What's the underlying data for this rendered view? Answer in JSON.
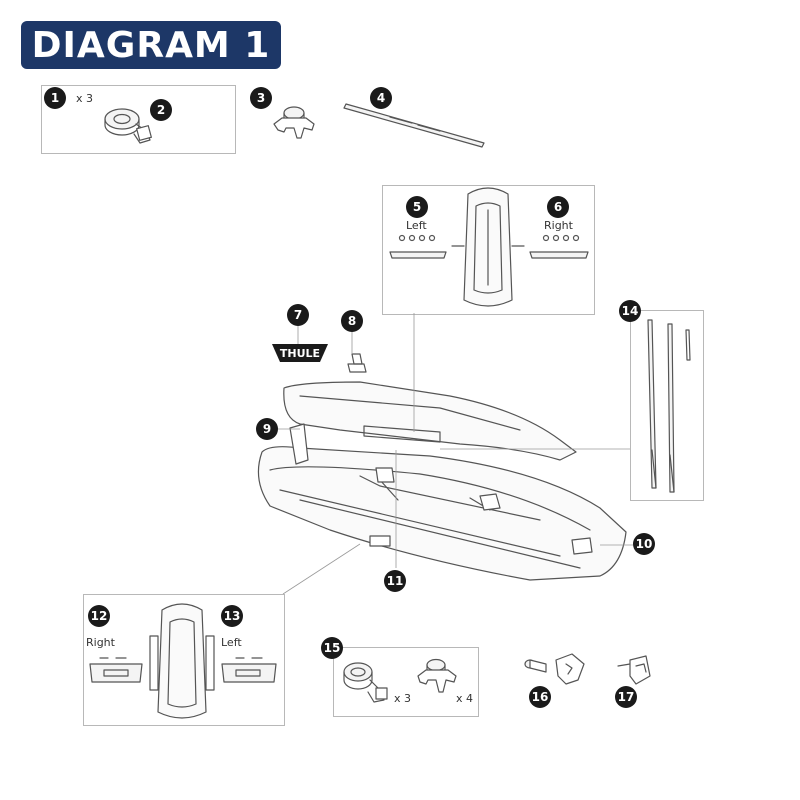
{
  "header": {
    "title": "DIAGRAM 1"
  },
  "colors": {
    "badge": "#1d3767",
    "marker": "#1a1a1a",
    "line": "#9a9a9a"
  },
  "parts": {
    "p1": {
      "number": "1",
      "qty": "x 3"
    },
    "p2": {
      "number": "2"
    },
    "p3": {
      "number": "3"
    },
    "p4": {
      "number": "4"
    },
    "p5": {
      "number": "5",
      "side": "Left"
    },
    "p6": {
      "number": "6",
      "side": "Right"
    },
    "p7": {
      "number": "7",
      "logo": "THULE"
    },
    "p8": {
      "number": "8"
    },
    "p9": {
      "number": "9"
    },
    "p10": {
      "number": "10"
    },
    "p11": {
      "number": "11"
    },
    "p12": {
      "number": "12",
      "side": "Right"
    },
    "p13": {
      "number": "13",
      "side": "Left"
    },
    "p14": {
      "number": "14"
    },
    "p15": {
      "number": "15",
      "qty_strap": "x 3",
      "qty_clamp": "x 4"
    },
    "p16": {
      "number": "16"
    },
    "p17": {
      "number": "17"
    }
  }
}
